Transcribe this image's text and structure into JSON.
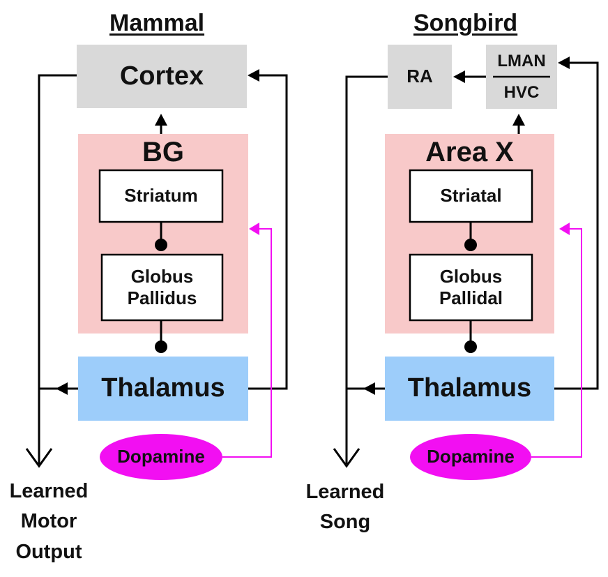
{
  "colors": {
    "gray": "#d9d9d9",
    "pink": "#f8c9c9",
    "blue": "#9dcdfa",
    "dopamine": "#f20ff2",
    "line": "#000000"
  },
  "mammal": {
    "title": "Mammal",
    "cortex": "Cortex",
    "bg": "BG",
    "striatum": "Striatum",
    "globus": "Globus\nPallidus",
    "thalamus": "Thalamus",
    "dopamine": "Dopamine",
    "output": "Learned\nMotor\nOutput"
  },
  "songbird": {
    "title": "Songbird",
    "ra": "RA",
    "lman": "LMAN",
    "hvc": "HVC",
    "areax": "Area X",
    "striatal": "Striatal",
    "globus": "Globus\nPallidal",
    "thalamus": "Thalamus",
    "dopamine": "Dopamine",
    "output": "Learned\nSong"
  }
}
